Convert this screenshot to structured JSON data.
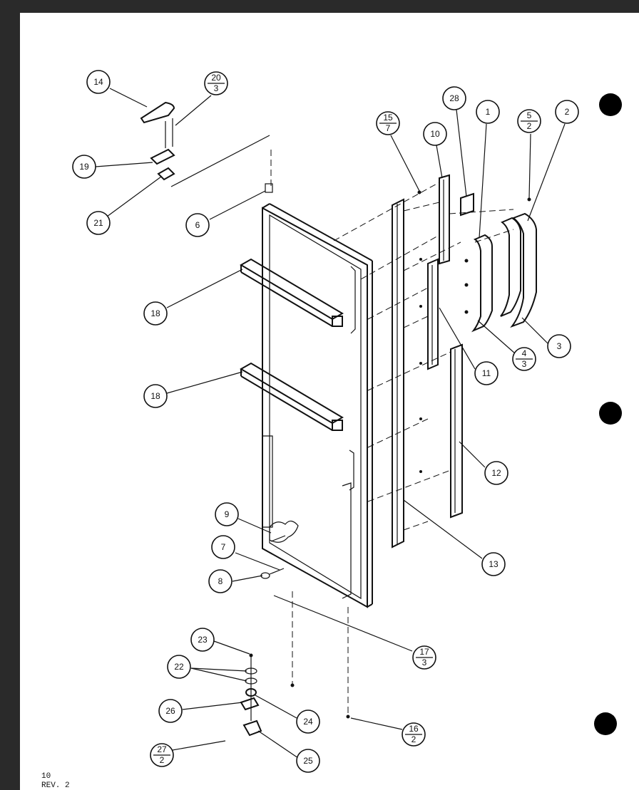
{
  "callouts": [
    {
      "id": "c14",
      "num": "14"
    },
    {
      "id": "c20",
      "num": "20",
      "sub": "3"
    },
    {
      "id": "c19",
      "num": "19"
    },
    {
      "id": "c21",
      "num": "21"
    },
    {
      "id": "c6",
      "num": "6"
    },
    {
      "id": "c18a",
      "num": "18"
    },
    {
      "id": "c18b",
      "num": "18"
    },
    {
      "id": "c15",
      "num": "15",
      "sub": "7"
    },
    {
      "id": "c10",
      "num": "10"
    },
    {
      "id": "c28",
      "num": "28"
    },
    {
      "id": "c1",
      "num": "1"
    },
    {
      "id": "c5",
      "num": "5",
      "sub": "2"
    },
    {
      "id": "c2",
      "num": "2"
    },
    {
      "id": "c3",
      "num": "3"
    },
    {
      "id": "c4",
      "num": "4",
      "sub": "3"
    },
    {
      "id": "c11",
      "num": "11"
    },
    {
      "id": "c12",
      "num": "12"
    },
    {
      "id": "c13",
      "num": "13"
    },
    {
      "id": "c9",
      "num": "9"
    },
    {
      "id": "c7",
      "num": "7"
    },
    {
      "id": "c8",
      "num": "8"
    },
    {
      "id": "c17",
      "num": "17",
      "sub": "3"
    },
    {
      "id": "c23",
      "num": "23"
    },
    {
      "id": "c22",
      "num": "22"
    },
    {
      "id": "c26",
      "num": "26"
    },
    {
      "id": "c24",
      "num": "24"
    },
    {
      "id": "c27",
      "num": "27",
      "sub": "2"
    },
    {
      "id": "c25",
      "num": "25"
    },
    {
      "id": "c16",
      "num": "16",
      "sub": "2"
    }
  ],
  "footer": {
    "page": "10",
    "rev": "REV. 2"
  }
}
